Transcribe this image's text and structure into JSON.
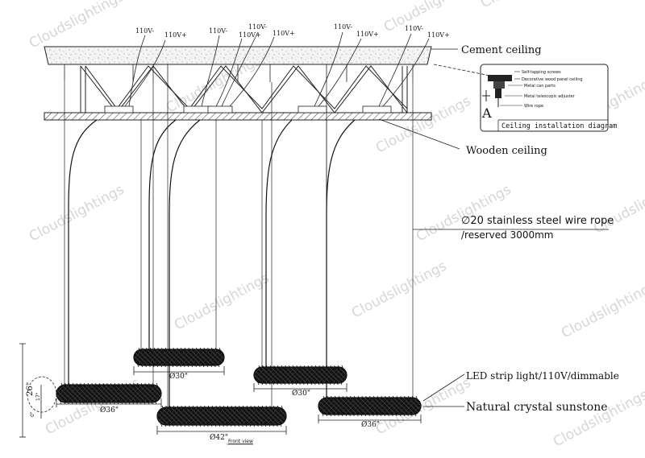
{
  "watermark": "Cloudslightings",
  "labels": {
    "cement_ceiling": "Cement ceiling",
    "wooden_ceiling": "Wooden ceiling",
    "wire_rope_line1": "∅20 stainless steel wire rope",
    "wire_rope_line2": "/reserved 3000mm",
    "led_strip": "LED strip light/110V/dimmable",
    "crystal": "Natural crystal sunstone",
    "front_view": "Front view",
    "height_26": "26\"",
    "height_17": "17\"",
    "height_0": "0\""
  },
  "power": {
    "neg": "110V-",
    "pos": "110V+"
  },
  "detail": {
    "title": "Ceiling installation diagram",
    "mark": "A",
    "items": [
      "Self-tapping screws",
      "Decorative wood panel ceiling",
      "Metal can parts",
      "Metal telescopic adjuster",
      "Wire rope"
    ]
  },
  "rings": [
    {
      "id": "ring-30-left",
      "diameter": "Ø30\""
    },
    {
      "id": "ring-36-left",
      "diameter": "Ø36\""
    },
    {
      "id": "ring-42",
      "diameter": "Ø42\""
    },
    {
      "id": "ring-30-right",
      "diameter": "Ø30\""
    },
    {
      "id": "ring-36-right",
      "diameter": "Ø36\""
    }
  ],
  "colors": {
    "line": "#1a1a1a",
    "ring": "#111111",
    "watermark": "#d6d6d6"
  }
}
